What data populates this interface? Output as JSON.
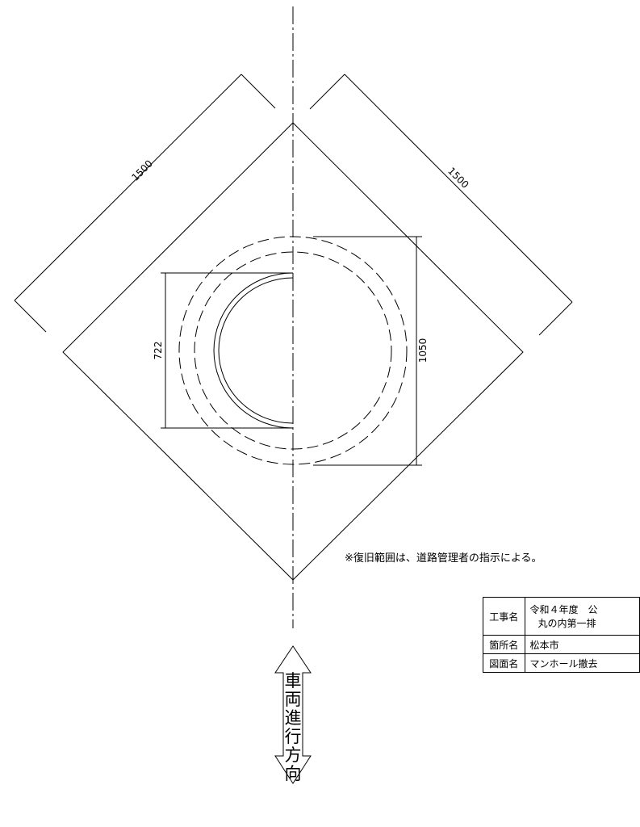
{
  "dimensions": {
    "top_left_width": "1500",
    "top_right_width": "1500",
    "inner_height": "722",
    "outer_height": "1050"
  },
  "note": "※復旧範囲は、道路管理者の指示による。",
  "direction_arrow": {
    "chars": [
      "車",
      "両",
      "進",
      "行",
      "方",
      "向"
    ]
  },
  "title_block": {
    "rows": [
      {
        "header": "工事名",
        "value_line1": "令和４年度　公",
        "value_line2": "丸の内第一排"
      },
      {
        "header": "箇所名",
        "value": "松本市"
      },
      {
        "header": "図面名",
        "value": "マンホール撤去"
      }
    ]
  }
}
